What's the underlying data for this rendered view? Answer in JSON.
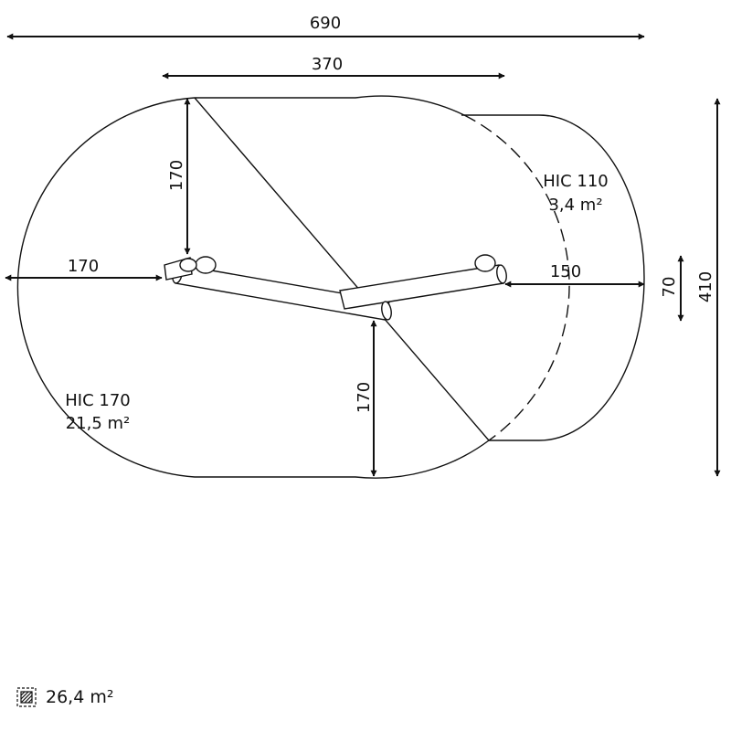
{
  "dimensions": {
    "total_length": "690",
    "equipment_length": "370",
    "depth_top": "170",
    "offset_left": "170",
    "offset_right": "150",
    "equipment_width": "70",
    "total_width": "410",
    "depth_bottom": "170"
  },
  "zones": {
    "main": {
      "name": "HIC 170",
      "area": "21,5 m²"
    },
    "secondary": {
      "name": "HIC 110",
      "area": "3,4 m²"
    }
  },
  "legend": {
    "icon": "hatched-area-icon",
    "total_area": "26,4 m²"
  },
  "colors": {
    "line": "#111111",
    "background": "#ffffff"
  }
}
